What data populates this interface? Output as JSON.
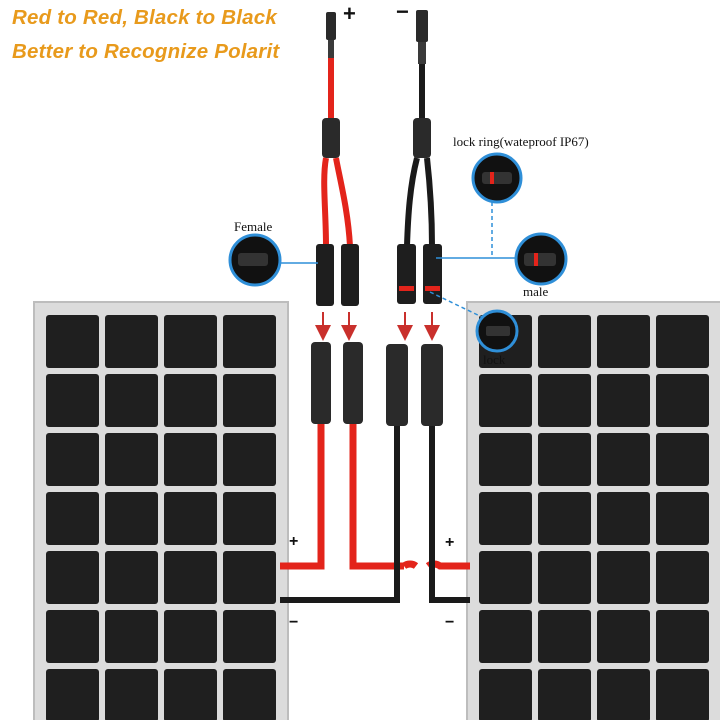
{
  "headline": {
    "line1": "Red to Red, Black to Black",
    "line2": "Better to Recognize Polarit"
  },
  "labels": {
    "plus": "+",
    "minus": "−",
    "female": "Female",
    "male": "male",
    "lock_ring": "lock ring(wateproof IP67)",
    "lock": "lock",
    "panel_plus": "+",
    "panel_minus": "−"
  },
  "colors": {
    "headline": "#e89a1c",
    "positive_cable": "#e3241b",
    "negative_cable": "#1a1a1a",
    "callout_line": "#2f8fd8",
    "panel_frame": "#d7d7d7",
    "panel_cell": "#1f1f1f",
    "arrow": "#c9302c"
  },
  "icons": {
    "left_panel": "solar-panel-icon",
    "right_panel": "solar-panel-icon",
    "top_plus_connector": "mc4-connector-icon",
    "top_minus_connector": "mc4-connector-icon"
  }
}
